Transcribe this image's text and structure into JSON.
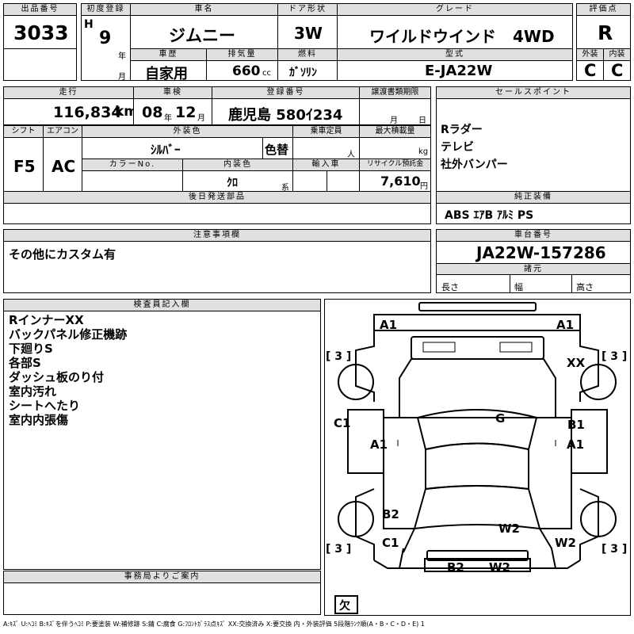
{
  "header": {
    "lot_label": "出品番号",
    "lot_value": "3033",
    "first_reg_label": "初度登録",
    "era": "H",
    "year_value": "9",
    "year_unit": "年",
    "month_unit": "月",
    "name_label": "車名",
    "name_value": "ジムニー",
    "door_label": "ドア形状",
    "door_value": "3W",
    "grade_label": "グレード",
    "grade_value": "ワイルドウインド 4WD",
    "rating_label": "評価点",
    "rating_value": "R",
    "history_label": "車歴",
    "history_value": "自家用",
    "displacement_label": "排気量",
    "displacement_value": "660",
    "displacement_unit": "cc",
    "fuel_label": "燃料",
    "fuel_value": "ｶﾞｿﾘﾝ",
    "model_label": "型式",
    "model_value": "E-JA22W",
    "exterior_label": "外装",
    "exterior_value": "C",
    "interior_label": "内装",
    "interior_value": "C"
  },
  "row2": {
    "mileage_label": "走行",
    "mileage_value": "116,834",
    "mileage_unit": "km",
    "inspection_label": "車検",
    "inspection_year": "08",
    "inspection_year_unit": "年",
    "inspection_month": "12",
    "inspection_month_unit": "月",
    "plate_label": "登録番号",
    "plate_value": "鹿児島 580ｲ234",
    "transfer_label": "譲渡書類期限",
    "transfer_month_unit": "月",
    "transfer_day_unit": "日",
    "sales_label": "セールスポイント",
    "sales_points": [
      "Rラダー",
      "テレビ",
      "社外バンパー"
    ]
  },
  "row3": {
    "shift_label": "シフト",
    "shift_value": "F5",
    "ac_label": "エアコン",
    "ac_value": "AC",
    "color_label": "外装色",
    "color_value": "ｼﾙﾊﾞｰ",
    "color_change": "色替",
    "capacity_label": "乗車定員",
    "capacity_unit": "人",
    "load_label": "最大積載量",
    "load_unit": "kg",
    "color_no_label": "カラーNo.",
    "int_color_label": "内装色",
    "int_color_value": "ｸﾛ",
    "int_color_unit": "系",
    "import_label": "輸入車",
    "recycle_label": "リサイクル預託金",
    "recycle_value": "7,610",
    "recycle_unit": "円"
  },
  "later_parts_label": "後日発送部品",
  "genuine": {
    "label": "純正装備",
    "value": "ABS ｴｱB ｱﾙﾐ PS"
  },
  "caution": {
    "label": "注意事項欄",
    "value": "その他にカスタム有"
  },
  "chassis": {
    "label": "車台番号",
    "value": "JA22W-157286"
  },
  "dims": {
    "label": "諸元",
    "length": "長さ",
    "width": "幅",
    "height": "高さ"
  },
  "inspector": {
    "label": "検査員記入欄",
    "lines": [
      "RインナーXX",
      "バックパネル修正機跡",
      "下廻りS",
      "各部S",
      "ダッシュ板のり付",
      "室内汚れ",
      "シートへたり",
      "室内内張傷"
    ]
  },
  "office": {
    "label": "事務局よりご案内"
  },
  "diagram": {
    "marks": [
      "A1",
      "A1",
      "XX",
      "C1",
      "B1",
      "A1",
      "G",
      "A1",
      "B2",
      "W2",
      "C1",
      "W2",
      "B2",
      "W2"
    ],
    "tire_marks": [
      "3",
      "3",
      "3",
      "3"
    ],
    "spare": "欠"
  },
  "legend": "A:ｷｽﾞ U:ﾍｺﾐ B:ｷｽﾞを伴うﾍｺﾐ P:要塗装 W:補修跡 S:錆 C:腐食 G:ﾌﾛﾝﾄｶﾞﾗｽ点ｷｽﾞ XX:交換済み X:要交換 内・外装評価 5段階ﾗﾝｸ順(A・B・C・D・E) 1"
}
